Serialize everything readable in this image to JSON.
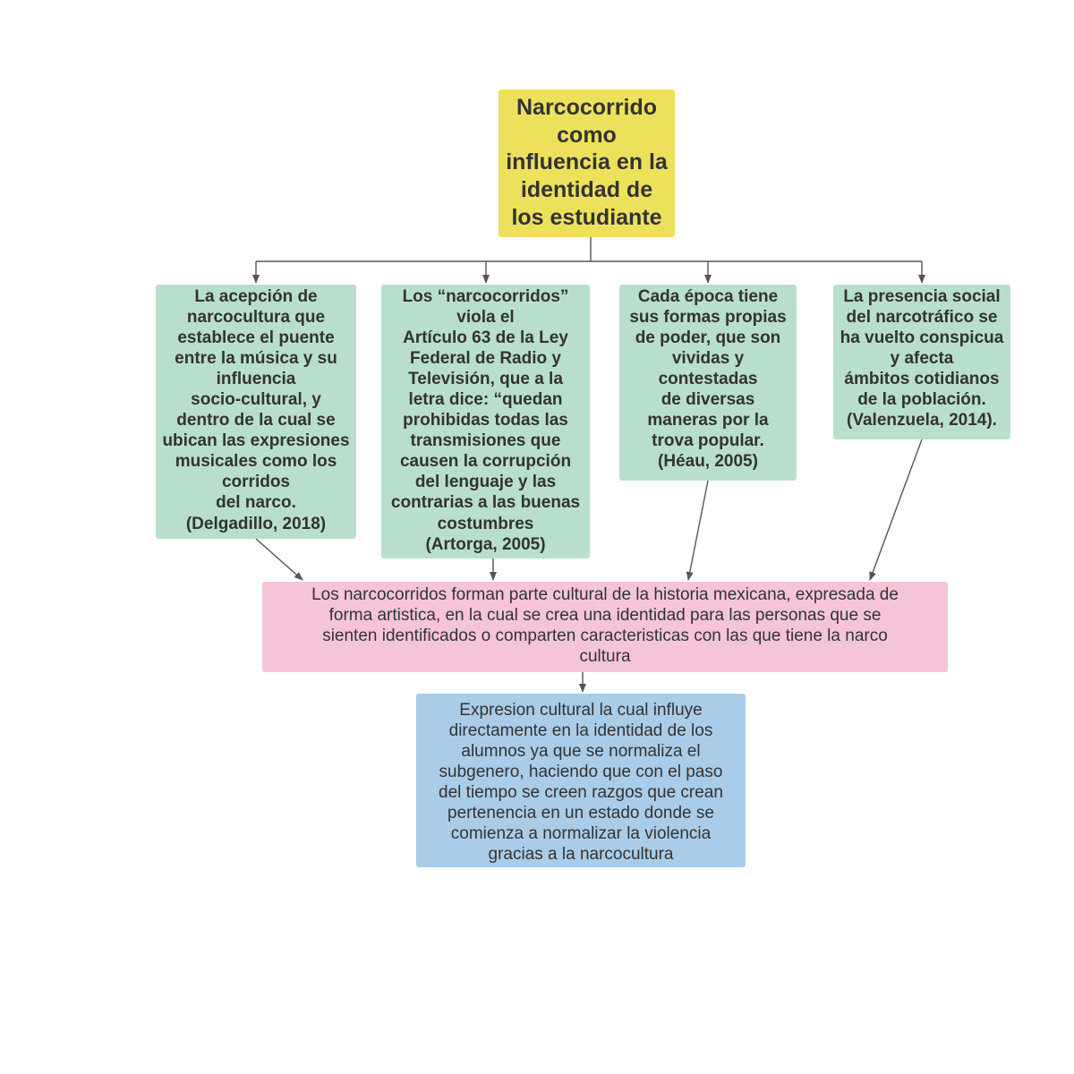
{
  "diagram": {
    "root": {
      "lines": [
        "Narcocorrido",
        "como",
        "influencia en la",
        "identidad de",
        "los estudiante"
      ],
      "color": "#ede15b"
    },
    "branches": [
      {
        "lines": [
          "La acepción de",
          "narcocultura que",
          "establece el puente",
          "entre la música y su",
          "influencia",
          "socio-cultural, y",
          "dentro de la cual se",
          "ubican las expresiones",
          "musicales como los",
          "corridos",
          "del narco.",
          "(Delgadillo, 2018)"
        ],
        "color": "#b8dfcb"
      },
      {
        "lines": [
          "Los “narcocorridos”",
          "viola el",
          "Artículo 63 de la Ley",
          "Federal de Radio y",
          "Televisión, que a la",
          "letra dice: “quedan",
          "prohibidas todas las",
          "transmisiones que",
          "causen la corrupción",
          "del lenguaje y las",
          "contrarias a las buenas",
          "costumbres",
          "(Artorga, 2005)"
        ],
        "color": "#b8dfcb"
      },
      {
        "lines": [
          "Cada época tiene",
          "sus formas propias",
          "de poder, que son",
          "vividas y",
          "contestadas",
          "de diversas",
          "maneras por la",
          "trova popular.",
          "(Héau, 2005)"
        ],
        "color": "#b8dfcb"
      },
      {
        "lines": [
          "La presencia social",
          "del narcotráfico se",
          "ha vuelto conspicua",
          "y afecta",
          "ámbitos cotidianos",
          "de la población.",
          "(Valenzuela, 2014)."
        ],
        "color": "#b8dfcb"
      }
    ],
    "synthesis": {
      "lines": [
        "Los narcocorridos forman parte cultural de la historia mexicana,  expresada de",
        "forma artistica, en la cual se crea una identidad para las personas que se",
        "sienten identificados o comparten caracteristicas con las que tiene la narco",
        "cultura"
      ],
      "color": "#f5c4d9"
    },
    "conclusion": {
      "lines": [
        "Expresion cultural la cual influye",
        "directamente en la identidad de los",
        "alumnos ya que se normaliza el",
        "subgenero, haciendo que con el paso",
        "del tiempo se creen razgos que crean",
        "pertenencia en un estado donde se",
        "comienza a normalizar la violencia",
        "gracias a la narcocultura"
      ],
      "color": "#a9cce9"
    },
    "connector_color": "#555555"
  }
}
